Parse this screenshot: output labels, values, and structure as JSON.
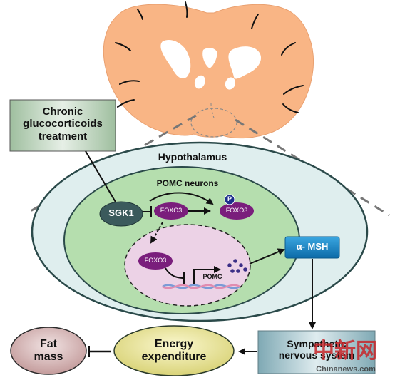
{
  "treatment_box": {
    "line1": "Chronic",
    "line2": "glucocorticoids",
    "line3": "treatment"
  },
  "hypothalamus_label": "Hypothalamus",
  "pomc_neurons_label": "POMC neurons",
  "sgk1_label": "SGK1",
  "foxo3_label": "FOXO3",
  "foxo3_phospho_label": "FOXO3",
  "phospho_badge": "P",
  "foxo3_nuclear_label": "FOXO3",
  "pomc_gene_label": "POMC",
  "msh_label": "α- MSH",
  "sympathetic_box": {
    "line1": "Sympathetic",
    "line2": "nervous system"
  },
  "energy_box": {
    "line1": "Energy",
    "line2": "expenditure"
  },
  "fat_box": {
    "line1": "Fat",
    "line2": "mass"
  },
  "watermark": {
    "chinese": "中新网",
    "site": "Chinanews.com"
  },
  "colors": {
    "brain": "#f9b585",
    "brain_outline": "#e9a070",
    "outer_ellipse": "#dfeeee",
    "pomc_ellipse": "#b5deae",
    "nucleus": "#ecd2e6",
    "foxo3": "#7a1e7c",
    "sgk1": "#3b5a5c",
    "msh": "#1687c8",
    "energy": "#ece79c",
    "fat": "#d7b8b8",
    "treatment_box": "#b5cdb5"
  }
}
